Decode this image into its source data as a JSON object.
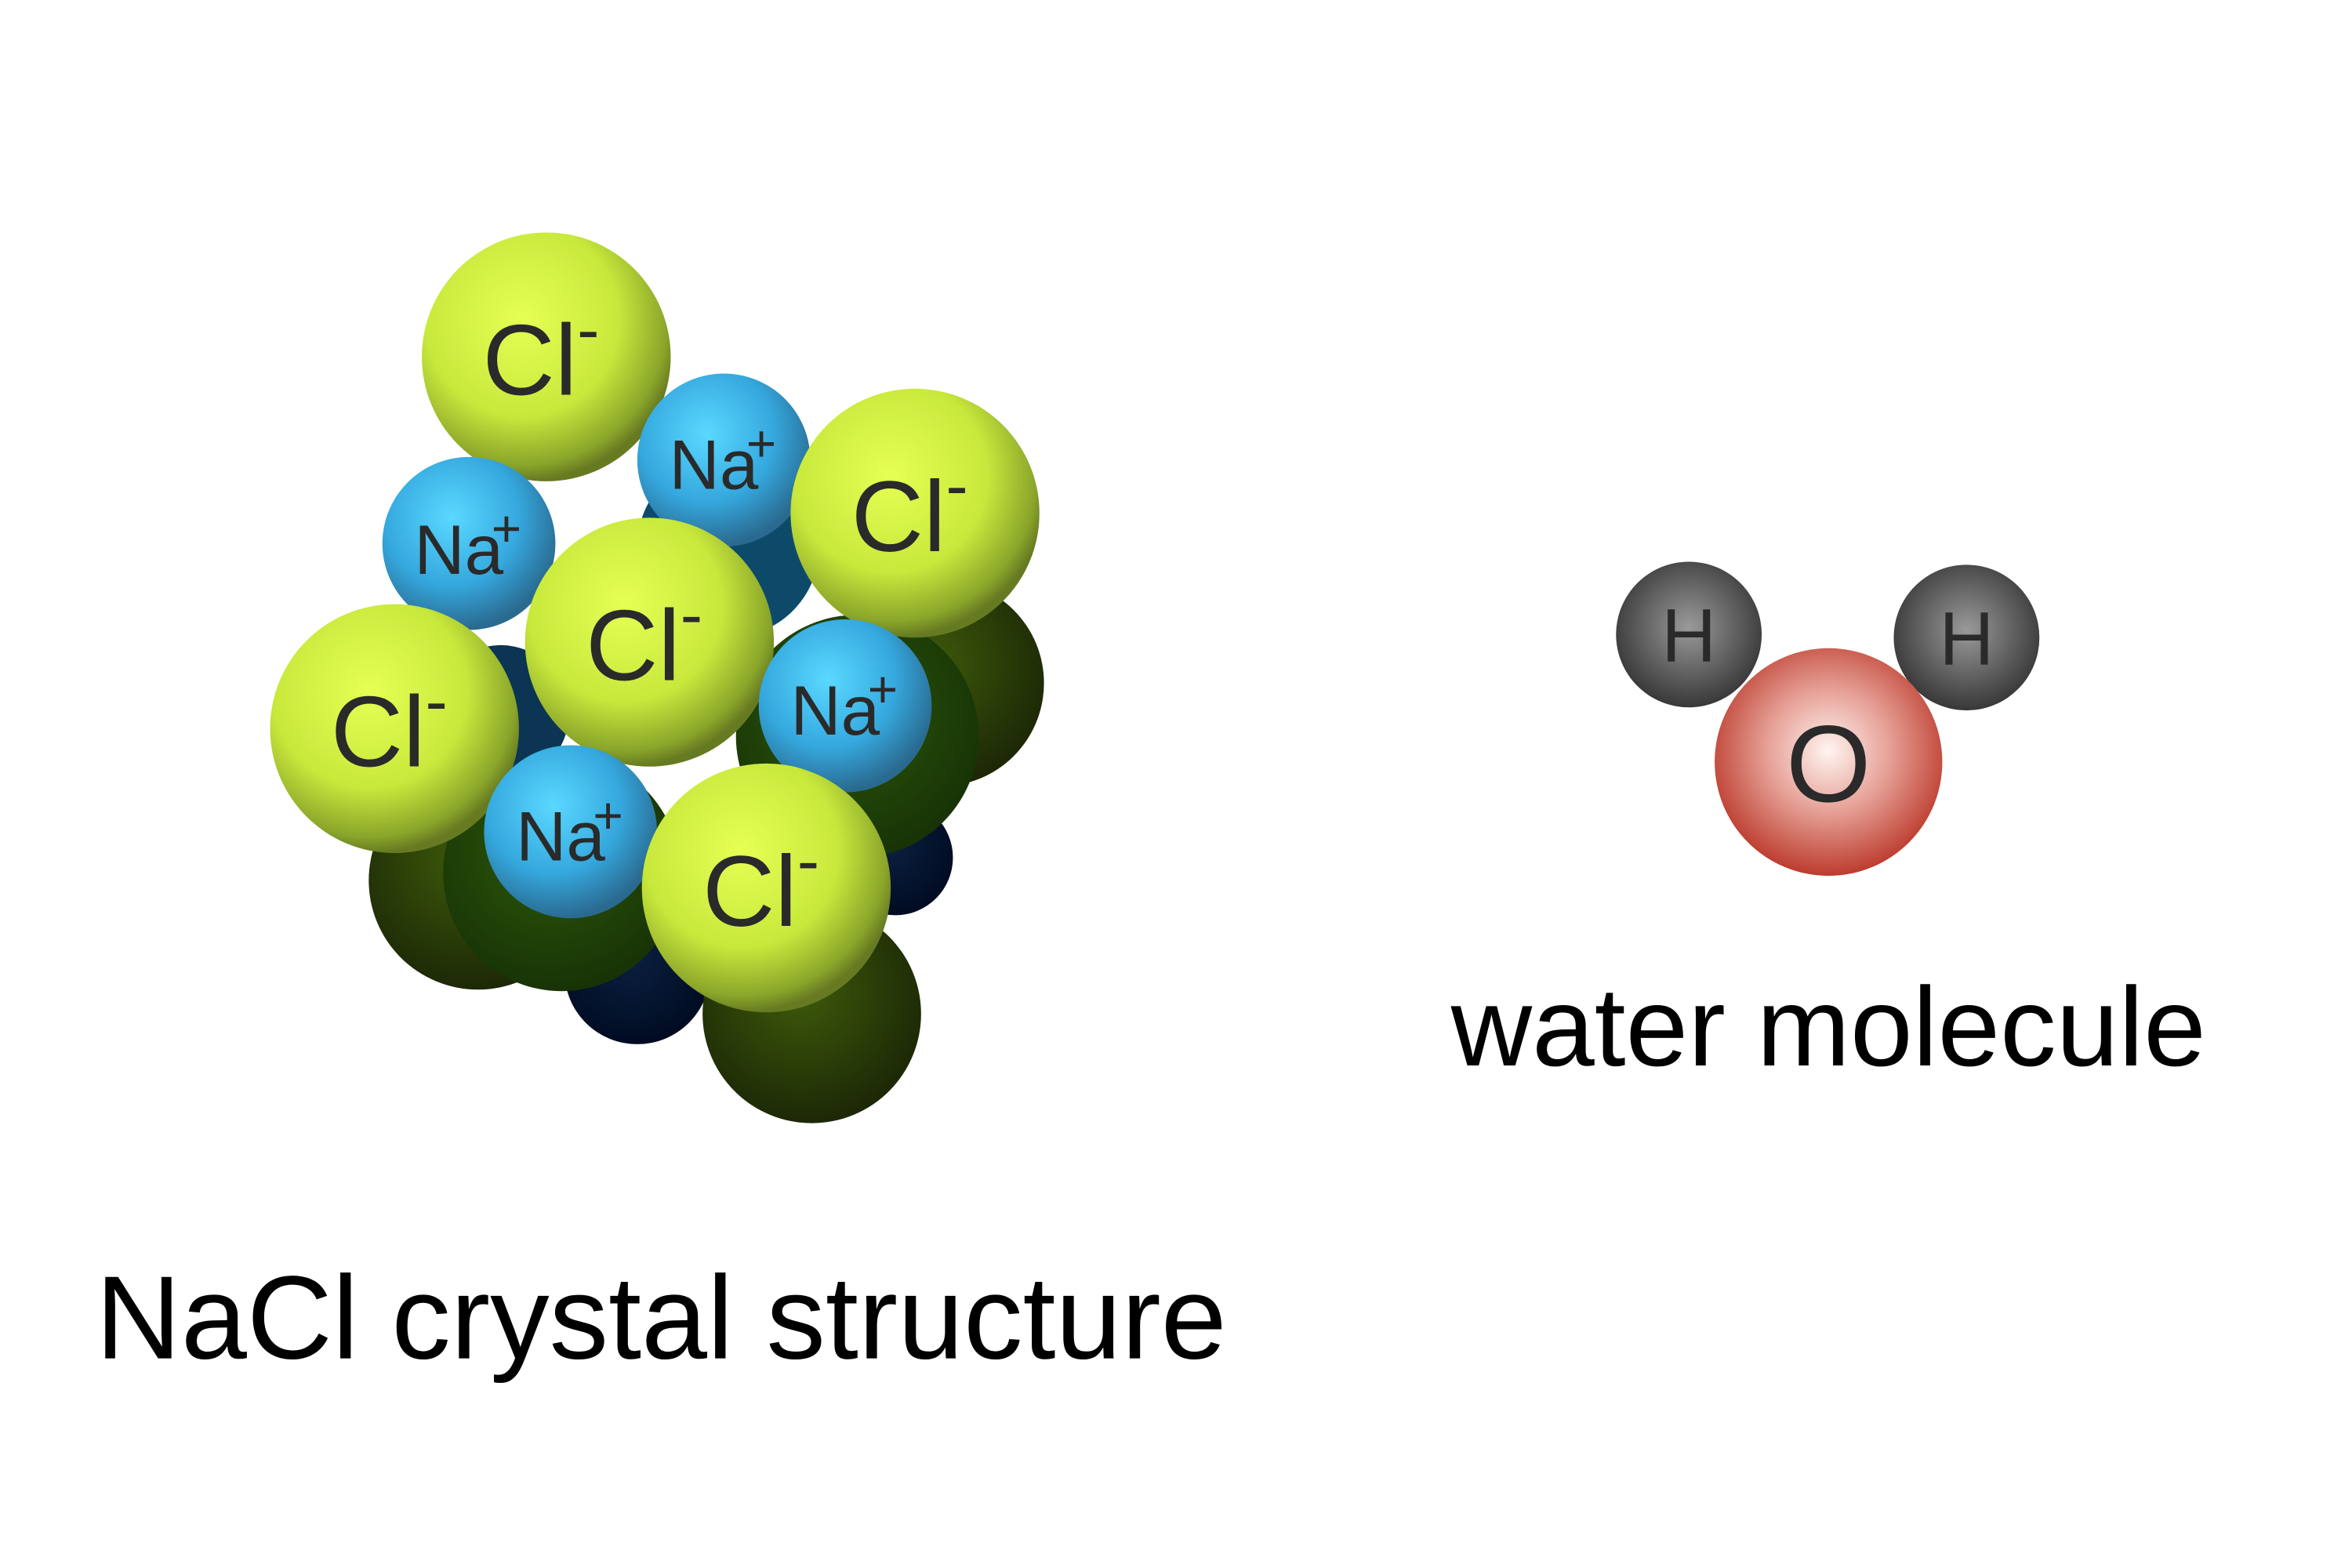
{
  "nacl": {
    "caption": "NaCl crystal structure",
    "chloride": {
      "symbol": "Cl",
      "charge": "-"
    },
    "sodium": {
      "symbol": "Na",
      "charge": "+"
    }
  },
  "water": {
    "caption": "water molecule",
    "hydrogen": "H",
    "oxygen": "O"
  },
  "colors": {
    "chloride": "#d8f24a",
    "sodium": "#3cb4ea",
    "oxygen": "#c0392b",
    "hydrogen": "#555555"
  }
}
